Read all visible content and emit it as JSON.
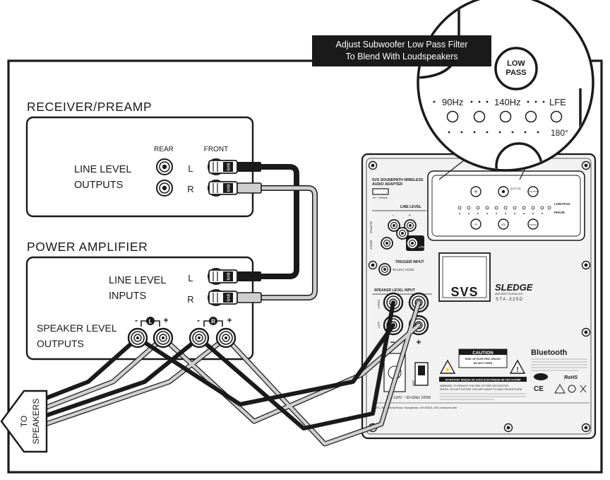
{
  "callout": {
    "line1": "Adjust Subwoofer Low Pass Filter",
    "line2": "To Blend With Loudspeakers"
  },
  "zoom": {
    "button_line1": "LOW",
    "button_line2": "PASS",
    "freq_90": "90Hz",
    "freq_140": "140Hz",
    "freq_lfe": "LFE",
    "phase_180": "180°"
  },
  "receiver": {
    "title": "RECEIVER/PREAMP",
    "outputs_line1": "LINE LEVEL",
    "outputs_line2": "OUTPUTS",
    "rear": "REAR",
    "front": "FRONT",
    "left": "L",
    "right": "R"
  },
  "amplifier": {
    "title": "POWER AMPLIFIER",
    "inputs_line1": "LINE LEVEL",
    "inputs_line2": "INPUTS",
    "left": "L",
    "right": "R",
    "speaker_line1": "SPEAKER LEVEL",
    "speaker_line2": "OUTPUTS",
    "minus": "-",
    "plus": "+",
    "l_badge": "L",
    "r_badge": "R"
  },
  "speakers_arrow": {
    "line1": "TO",
    "line2": "SPEAKERS"
  },
  "plug_brand": "SVS",
  "panel": {
    "adapter_line1": "SVS SOUNDPATH WIRELESS",
    "adapter_line2": "AUDIO ADAPTER",
    "usb_label": "5V ⎓ 500mA",
    "line_level": "LINE LEVEL",
    "output": "OUTPUT",
    "input": "INPUT",
    "l": "L",
    "r": "R",
    "lfe": "LFE",
    "low_pass": "LOW PASS",
    "phase": "PHASE",
    "btn_plus": "+",
    "btn_minus": "−",
    "btn_vol": "VOL",
    "btn_phase": "PHASE",
    "btn_lowpass": "LOW PASS",
    "btn_autoon": "AUTO ON",
    "trigger": "TRIGGER INPUT",
    "trigger_spec": "3V-12V | AC/DC",
    "speaker_input": "SPEAKER LEVEL INPUT",
    "right": "RIGHT",
    "left": "LEFT",
    "minus": "−",
    "plus": "+",
    "logo": "SVS",
    "sledge": "SLEDGE",
    "sledge_sub": "AMPLIFIER TECHNOLOGY",
    "model": "STA-325D",
    "caution": "CAUTION",
    "caution_l1": "RISK OF ELECTRIC SHOCK",
    "caution_l2": "DO NOT OPEN",
    "attention": "ATTENTION: RISQUE DE CHOC ÉLECTRIQUE NE PAS OUVRIR",
    "warning_l1": "WARNING: TO REDUCE THE RISK OF FIRE OR ELECTRIC",
    "warning_l2": "SHOCK, DO NOT EXPOSE THIS APPLIANCE TO RAIN OR MOISTURE",
    "bluetooth": "Bluetooth",
    "power_spec": "100-120V ~ 50-60Hz  325W",
    "address": "SVS | 260 Victoria Road, Youngstown, OH 44515, USA | svsound.com",
    "off": "OFF",
    "rohs": "RoHS"
  }
}
